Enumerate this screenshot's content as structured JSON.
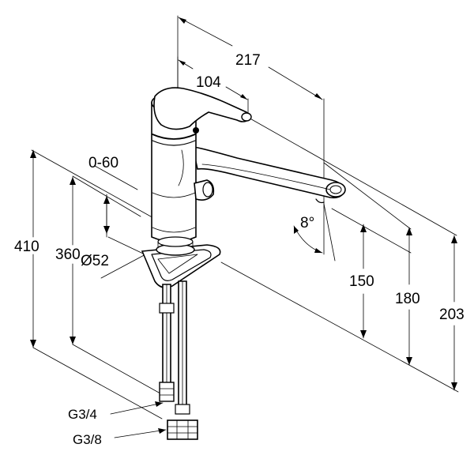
{
  "dimensions": {
    "overall_reach": "217",
    "lever_offset": "104",
    "swivel_range": "0-60",
    "base_diameter": "Ø52",
    "total_height": "410",
    "body_height": "360",
    "spout_angle": "8°",
    "spout_clearance": "150",
    "spout_height": "180",
    "top_height": "203"
  },
  "connections": {
    "hot_cold": "G3/4",
    "supply": "G3/8"
  }
}
